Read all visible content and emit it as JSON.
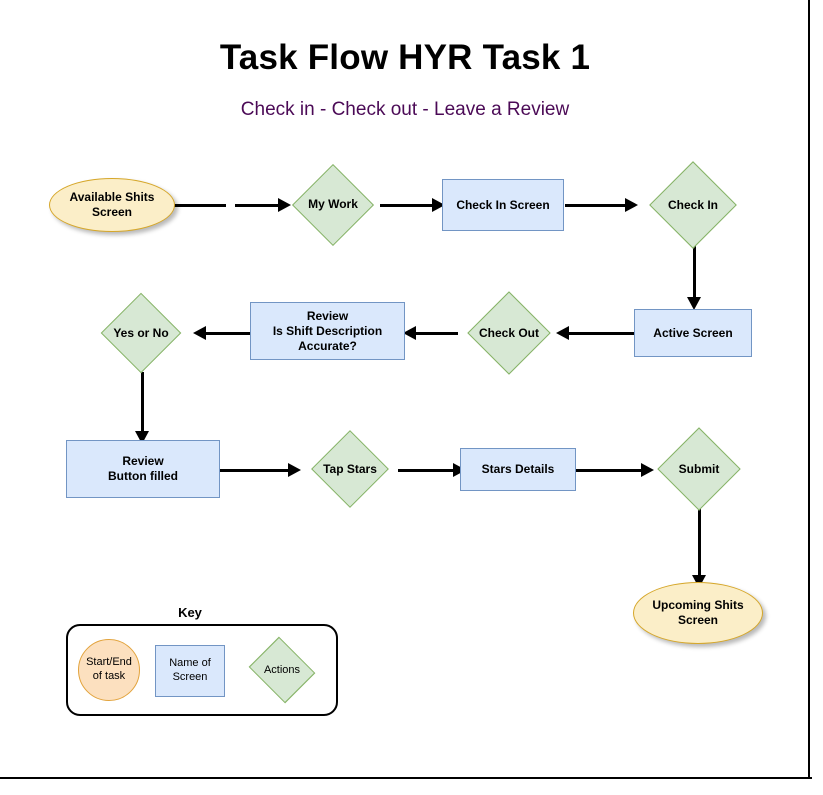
{
  "header": {
    "title": "Task Flow HYR Task 1",
    "subtitle": "Check in - Check out - Leave a Review",
    "subtitle_color": "#4b0a56",
    "title_color": "#000000"
  },
  "chart_data": {
    "type": "diagram",
    "title": "Task Flow HYR Task 1",
    "subtitle": "Check in - Check out - Leave a Review",
    "nodes": [
      {
        "id": "n1",
        "label": "Available Shits Screen",
        "shape": "ellipse",
        "role": "start-end",
        "fill": "#fbeec8",
        "stroke": "#d6a72a"
      },
      {
        "id": "n2",
        "label": "My Work",
        "shape": "diamond",
        "role": "action",
        "fill": "#d7e8d4",
        "stroke": "#86b366"
      },
      {
        "id": "n3",
        "label": "Check In Screen",
        "shape": "rect",
        "role": "screen",
        "fill": "#dae8fc",
        "stroke": "#7295c4"
      },
      {
        "id": "n4",
        "label": "Check In",
        "shape": "diamond",
        "role": "action",
        "fill": "#d7e8d4",
        "stroke": "#86b366"
      },
      {
        "id": "n5",
        "label": "Active Screen",
        "shape": "rect",
        "role": "screen",
        "fill": "#dae8fc",
        "stroke": "#7295c4"
      },
      {
        "id": "n6",
        "label": "Check Out",
        "shape": "diamond",
        "role": "action",
        "fill": "#d7e8d4",
        "stroke": "#86b366"
      },
      {
        "id": "n7",
        "label": "Review Is Shift Description Accurate?",
        "shape": "rect",
        "role": "screen",
        "fill": "#dae8fc",
        "stroke": "#7295c4"
      },
      {
        "id": "n8",
        "label": "Yes or No",
        "shape": "diamond",
        "role": "action",
        "fill": "#d7e8d4",
        "stroke": "#86b366"
      },
      {
        "id": "n9",
        "label": "Review Button filled",
        "shape": "rect",
        "role": "screen",
        "fill": "#dae8fc",
        "stroke": "#7295c4"
      },
      {
        "id": "n10",
        "label": "Tap Stars",
        "shape": "diamond",
        "role": "action",
        "fill": "#d7e8d4",
        "stroke": "#86b366"
      },
      {
        "id": "n11",
        "label": "Stars Details",
        "shape": "rect",
        "role": "screen",
        "fill": "#dae8fc",
        "stroke": "#7295c4"
      },
      {
        "id": "n12",
        "label": "Submit",
        "shape": "diamond",
        "role": "action",
        "fill": "#d7e8d4",
        "stroke": "#86b366"
      },
      {
        "id": "n13",
        "label": "Upcoming Shits Screen",
        "shape": "ellipse",
        "role": "start-end",
        "fill": "#fbeec8",
        "stroke": "#d6a72a"
      }
    ],
    "edges": [
      {
        "from": "n1",
        "to": "n2",
        "direction": "right"
      },
      {
        "from": "n2",
        "to": "n3",
        "direction": "right"
      },
      {
        "from": "n3",
        "to": "n4",
        "direction": "right"
      },
      {
        "from": "n4",
        "to": "n5",
        "direction": "down"
      },
      {
        "from": "n5",
        "to": "n6",
        "direction": "left"
      },
      {
        "from": "n6",
        "to": "n7",
        "direction": "left"
      },
      {
        "from": "n7",
        "to": "n8",
        "direction": "left"
      },
      {
        "from": "n8",
        "to": "n9",
        "direction": "down"
      },
      {
        "from": "n9",
        "to": "n10",
        "direction": "right"
      },
      {
        "from": "n10",
        "to": "n11",
        "direction": "right"
      },
      {
        "from": "n11",
        "to": "n12",
        "direction": "right"
      },
      {
        "from": "n12",
        "to": "n13",
        "direction": "down"
      }
    ]
  },
  "nodes": {
    "available_shifts_screen": {
      "line1": "Available Shits",
      "line2": "Screen"
    },
    "my_work": {
      "label": "My Work"
    },
    "check_in_screen": {
      "label": "Check In Screen"
    },
    "check_in": {
      "label": "Check In"
    },
    "active_screen": {
      "label": "Active Screen"
    },
    "check_out": {
      "label": "Check Out"
    },
    "review_accurate": {
      "line1": "Review",
      "line2": "Is Shift Description",
      "line3": "Accurate?"
    },
    "yes_or_no": {
      "label": "Yes or No"
    },
    "review_button_filled": {
      "line1": "Review",
      "line2": "Button filled"
    },
    "tap_stars": {
      "label": "Tap Stars"
    },
    "stars_details": {
      "label": "Stars Details"
    },
    "submit": {
      "label": "Submit"
    },
    "upcoming_shifts_screen": {
      "line1": "Upcoming Shits",
      "line2": "Screen"
    }
  },
  "key": {
    "title": "Key",
    "start_end": {
      "line1": "Start/End",
      "line2": "of task",
      "fill": "#fce0bf",
      "stroke": "#e2a33c"
    },
    "screen": {
      "line1": "Name of",
      "line2": "Screen",
      "fill": "#dae8fc",
      "stroke": "#7295c4"
    },
    "actions": {
      "label": "Actions",
      "fill": "#d7e8d4",
      "stroke": "#86b366"
    }
  }
}
